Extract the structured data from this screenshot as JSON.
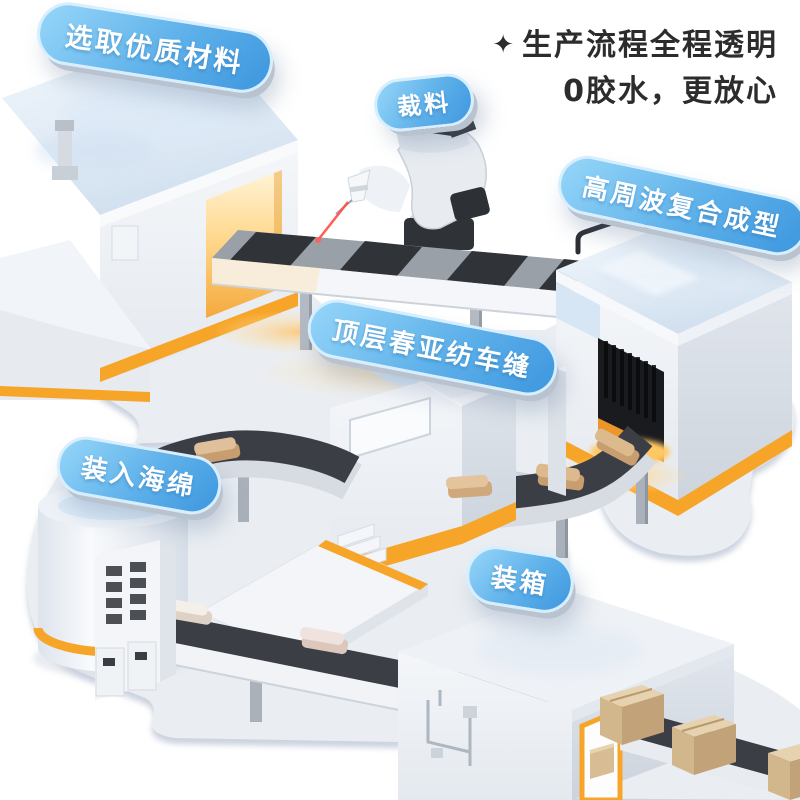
{
  "headline": {
    "star": "✦",
    "line1": "生产流程全程透明",
    "line2": "0胶水，更放心"
  },
  "steps": [
    {
      "id": "select-materials",
      "label": "选取优质材料"
    },
    {
      "id": "cutting",
      "label": "裁料"
    },
    {
      "id": "hf-molding",
      "label": "高周波复合成型"
    },
    {
      "id": "top-sewing",
      "label": "顶层春亚纺车缝"
    },
    {
      "id": "insert-sponge",
      "label": "装入海绵"
    },
    {
      "id": "boxing",
      "label": "装箱"
    }
  ],
  "colors": {
    "accent_orange": "#F6A528",
    "pill_blue": "#4FA8E6",
    "pill_blue_light": "#8ED1F7",
    "pill_border": "#D6EEFD",
    "headline_text": "#2C2C2C",
    "floor": "#EAEEF3",
    "belt_dark": "#3B3F45",
    "foam_tan": "#D7B289",
    "box_kraft": "#D2B68C"
  }
}
